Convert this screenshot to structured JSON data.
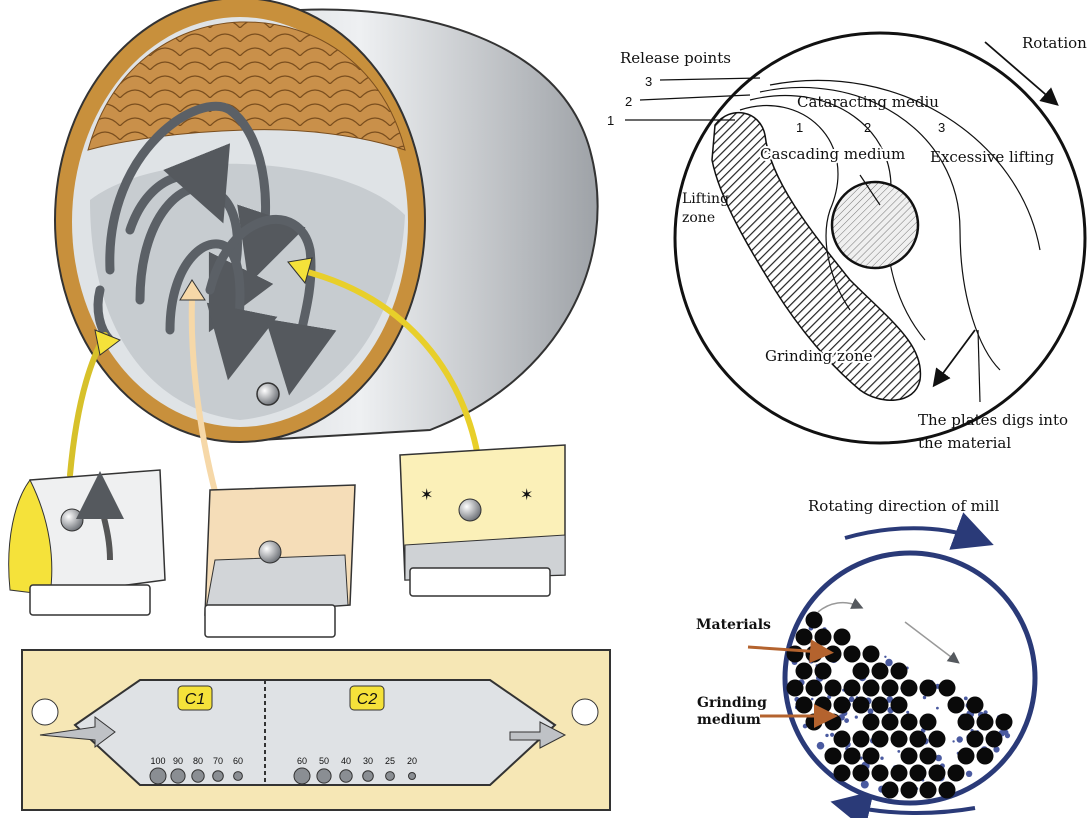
{
  "mill_cutaway": {
    "chamber_1_label": "C1",
    "chamber_2_label": "C2",
    "ball_sizes_chamber_1": [
      "100",
      "90",
      "80",
      "70",
      "60"
    ],
    "ball_sizes_chamber_2": [
      "60",
      "50",
      "40",
      "30",
      "25",
      "20"
    ]
  },
  "motion_diagram": {
    "rotation_label": "Rotation",
    "release_points_label": "Release points",
    "release_numbers": [
      "3",
      "2",
      "1"
    ],
    "cataracting_label": "Cataracting mediu",
    "cataract_numbers": [
      "1",
      "2",
      "3"
    ],
    "cascading_label": "Cascading medium",
    "excessive_label": "Excessive lifting",
    "lifting_zone_label": "Lifting\nzone",
    "grinding_zone_label": "Grinding zone",
    "plates_label": "The plates digs into\nthe material"
  },
  "mill_cross_section": {
    "direction_label": "Rotating direction of mill",
    "materials_label": "Materials",
    "grinding_medium_label": "Grinding\nmedium"
  },
  "colors": {
    "shell": "#d8dadc",
    "lining": "#c8903c",
    "arrow_yellow": "#f5e23a",
    "inset_bg": "#f6e7b5",
    "mill_ring": "#2a3a78",
    "ball_black": "#0a0a0a",
    "material_blue": "#4a5aa0"
  }
}
